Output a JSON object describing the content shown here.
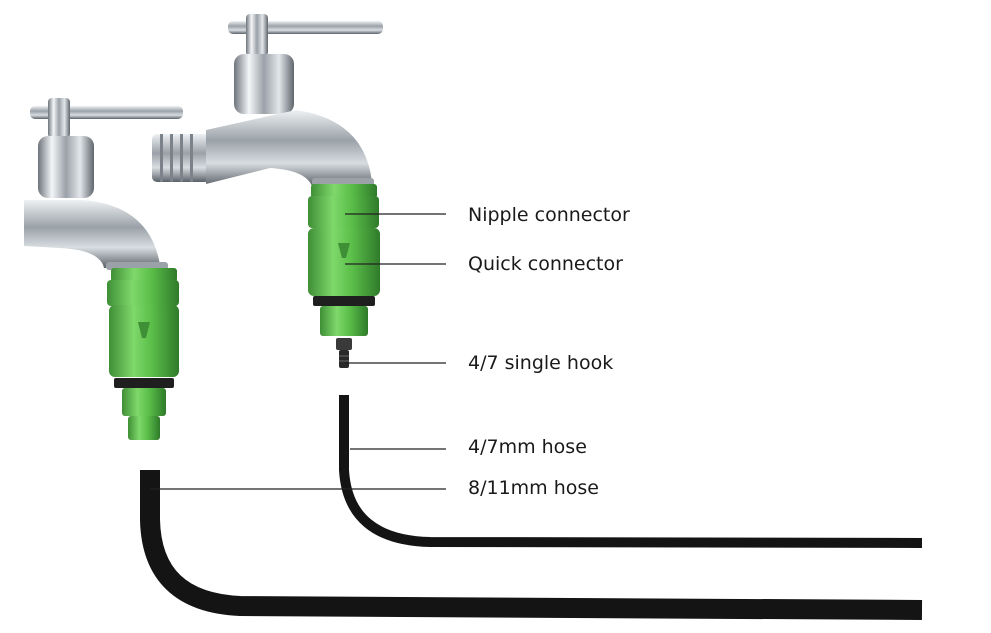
{
  "labels": {
    "nipple_connector": "Nipple connector",
    "quick_connector": "Quick connector",
    "single_hook": "4/7 single hook",
    "hose_4_7": "4/7mm hose",
    "hose_8_11": "8/11mm hose"
  },
  "colors": {
    "connector_green": "#5cc04a",
    "connector_dark_green": "#3f8f36",
    "hose_black": "#141414",
    "chrome": "#c9ced4",
    "leader_line": "#222222"
  }
}
